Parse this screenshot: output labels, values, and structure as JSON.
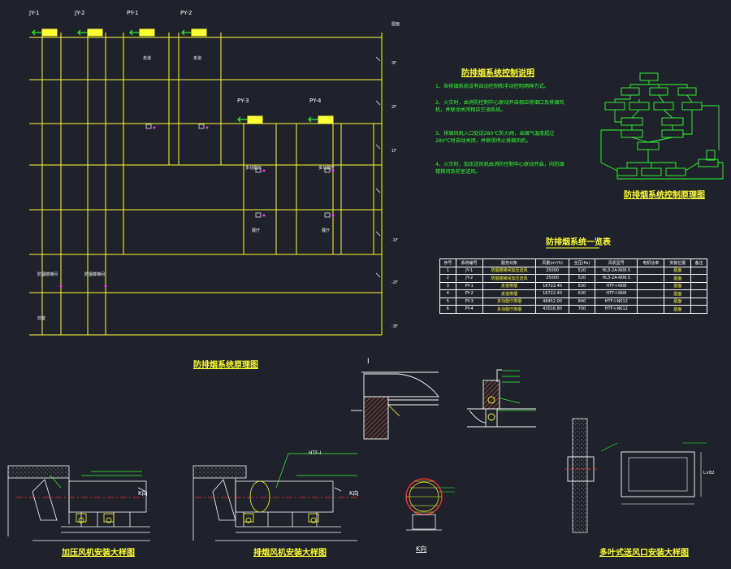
{
  "system_diagram": {
    "title": "防排烟系统原理图",
    "fan_tags": [
      "JY-1",
      "JY-2",
      "PY-1",
      "PY-2",
      "PY-3",
      "PY-4"
    ],
    "levels": [
      "屋面",
      "3F",
      "2F",
      "1F",
      "-1F",
      "-2F",
      "-3F"
    ],
    "space_labels": [
      "防烟楼梯间",
      "前室",
      "多功能厅",
      "展厅",
      "走道"
    ]
  },
  "control_notes": {
    "title": "防排烟系统控制说明",
    "items": [
      "1、各排烟系统设有自动控制和手动控制两种方式。",
      "2、火灾时，由消防控制中心联动开启相应排烟口及排烟风机，并联动关闭相应空调系统。",
      "3、排烟风机入口处设280℃防火阀，当烟气温度超过280℃时自动关闭，并联锁停止排烟风机。",
      "4、火灾时，加压送风机由消防控制中心联动开启，向防烟楼梯间及前室送风。"
    ]
  },
  "control_schematic": {
    "title": "防排烟系统控制原理图"
  },
  "schedule": {
    "title": "防排烟系统一览表",
    "headers": [
      "序号",
      "系统编号",
      "服务对象",
      "风量(m³/h)",
      "全压(Pa)",
      "风机型号",
      "电机功率",
      "安装位置",
      "备注"
    ],
    "rows": [
      [
        "1",
        "JY-1",
        "防烟楼梯间加压送风",
        "25000",
        "520",
        "HL3-2A-N06.5",
        "",
        "屋面",
        ""
      ],
      [
        "2",
        "JY-2",
        "防烟楼梯间加压送风",
        "25000",
        "520",
        "HL3-2A-N06.5",
        "",
        "屋面",
        ""
      ],
      [
        "3",
        "PY-1",
        "走道排烟",
        "16722.40",
        "630",
        "HTF-I-N08",
        "",
        "屋面",
        ""
      ],
      [
        "4",
        "PY-2",
        "走道排烟",
        "16722.40",
        "630",
        "HTF-I-N08",
        "",
        "屋面",
        ""
      ],
      [
        "5",
        "PY-3",
        "多功能厅排烟",
        "48452.00",
        "840",
        "HTF-I-N012",
        "",
        "屋面",
        ""
      ],
      [
        "6",
        "PY-4",
        "多功能厅排烟",
        "43016.80",
        "700",
        "HTF-I-N012",
        "",
        "屋面",
        ""
      ]
    ]
  },
  "details": {
    "detail_I_label": "I",
    "pressurization_fan_title": "加压风机安装大样图",
    "exhaust_fan_title": "排烟风机安装大样图",
    "k_view_label": "K向",
    "louver_title": "多叶式送风口安装大样图",
    "k_marker": "K向",
    "hx_tag": "HTF-I",
    "dim_tag": "L×B2"
  },
  "colors": {
    "background": "#1f222b",
    "frame": "#ffff33",
    "text": "#ffffff",
    "notes": "#33ff33",
    "accent_red": "#ff3333",
    "accent_magenta": "#ff33ff"
  }
}
